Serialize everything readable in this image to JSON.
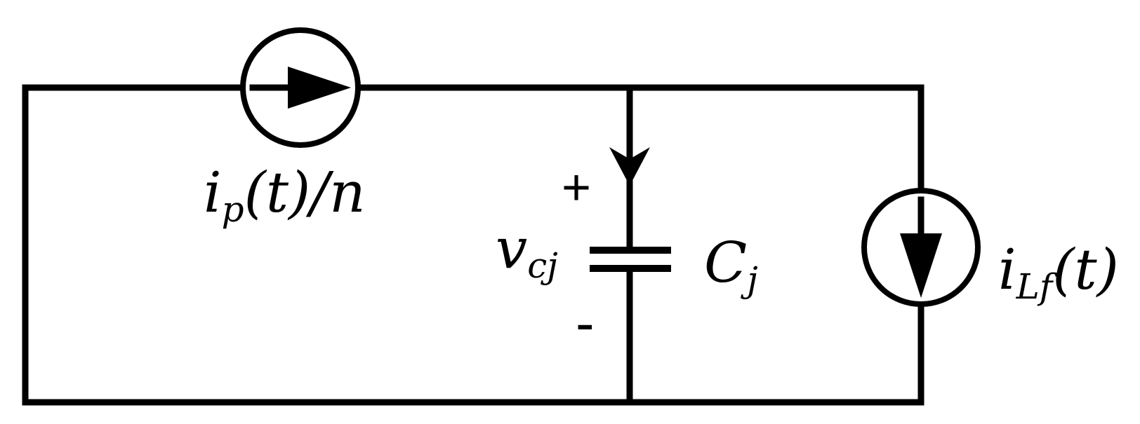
{
  "labels": {
    "source_current": {
      "main": "i",
      "sub": "p",
      "rest": "(t)/n"
    },
    "capacitor_voltage": {
      "main": "v",
      "sub": "cj"
    },
    "capacitor": {
      "main": "C",
      "sub": "j"
    },
    "load_current": {
      "main": "i",
      "sub": "Lf",
      "rest": "(t)"
    },
    "plus_sign": "+",
    "minus_sign": "-"
  }
}
